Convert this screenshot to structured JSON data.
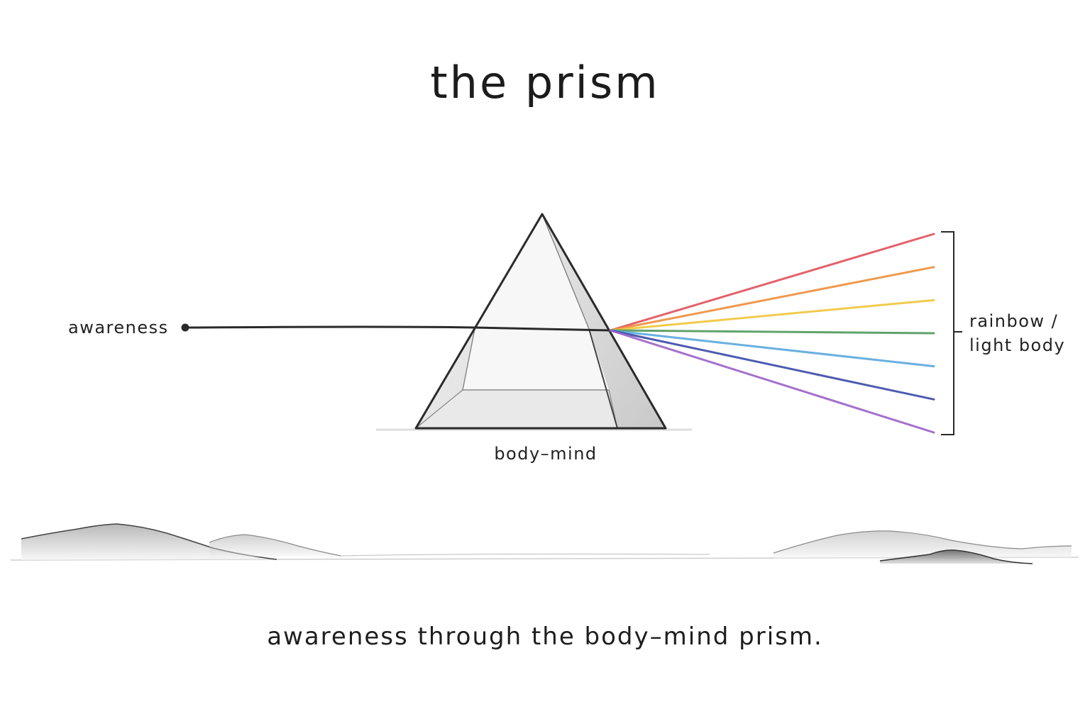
{
  "title": "the prism",
  "labels": {
    "input": "awareness",
    "prism": "body–mind",
    "output_line1": "rainbow /",
    "output_line2": "light body"
  },
  "caption": "awareness through the body–mind prism.",
  "colors": {
    "beam": "#2a2a2a",
    "spectrum": [
      "#e0505a",
      "#ef8f3a",
      "#f0c63a",
      "#4f9a5a",
      "#5aa8dc",
      "#3a4aa8",
      "#9a62c8"
    ]
  }
}
